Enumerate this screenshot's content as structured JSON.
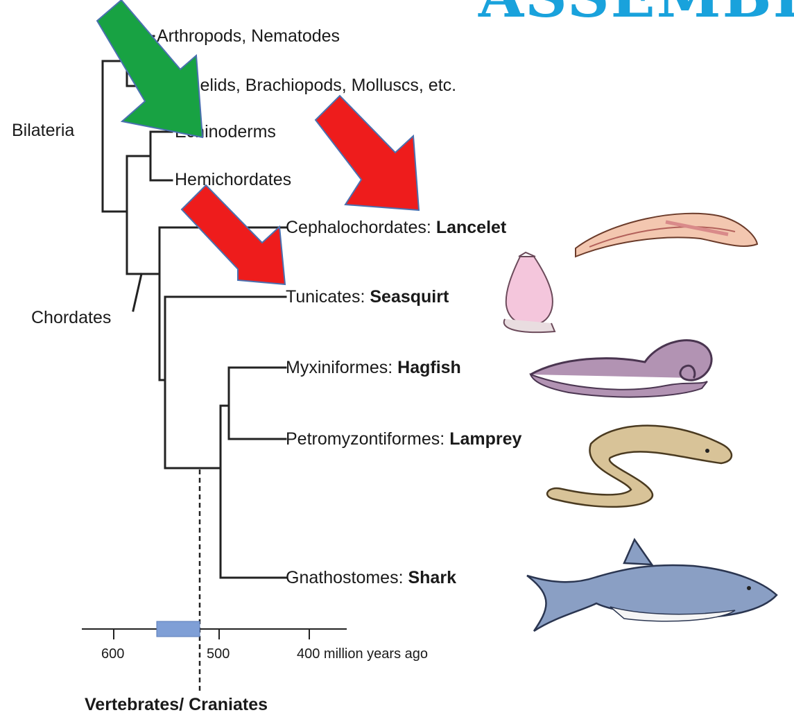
{
  "banner": {
    "text": "ASSEMBLE",
    "color": "#19a2dc"
  },
  "groups": {
    "bilateria": "Bilateria",
    "chordates": "Chordates"
  },
  "taxa": [
    {
      "group": "Arthropods, Nematodes",
      "name": ""
    },
    {
      "group": "Annelids, Brachiopods, Molluscs, etc.",
      "name": ""
    },
    {
      "group": "Echinoderms",
      "name": ""
    },
    {
      "group": "Hemichordates",
      "name": ""
    },
    {
      "group": "Cephalochordates: ",
      "name": "Lancelet"
    },
    {
      "group": "Tunicates: ",
      "name": "Seasquirt"
    },
    {
      "group": "Myxiniformes: ",
      "name": "Hagfish"
    },
    {
      "group": "Petromyzontiformes: ",
      "name": "Lamprey"
    },
    {
      "group": "Gnathostomes: ",
      "name": "Shark"
    }
  ],
  "timescale": {
    "ticks": [
      "600",
      "500",
      "400 million years ago"
    ],
    "caption": "Vertebrates/ Craniates"
  },
  "arrows": [
    {
      "color": "#18a243",
      "points_to": "Echinoderms"
    },
    {
      "color": "#ee1c1c",
      "points_to": "Cephalochordates: Lancelet"
    },
    {
      "color": "#ee1c1c",
      "points_to": "Tunicates: Seasquirt"
    }
  ],
  "icons": [
    "lancelet-icon",
    "seasquirt-icon",
    "hagfish-icon",
    "lamprey-icon",
    "shark-icon"
  ],
  "colors": {
    "time_band": "#7f9fd6",
    "tree_line": "#222222"
  }
}
